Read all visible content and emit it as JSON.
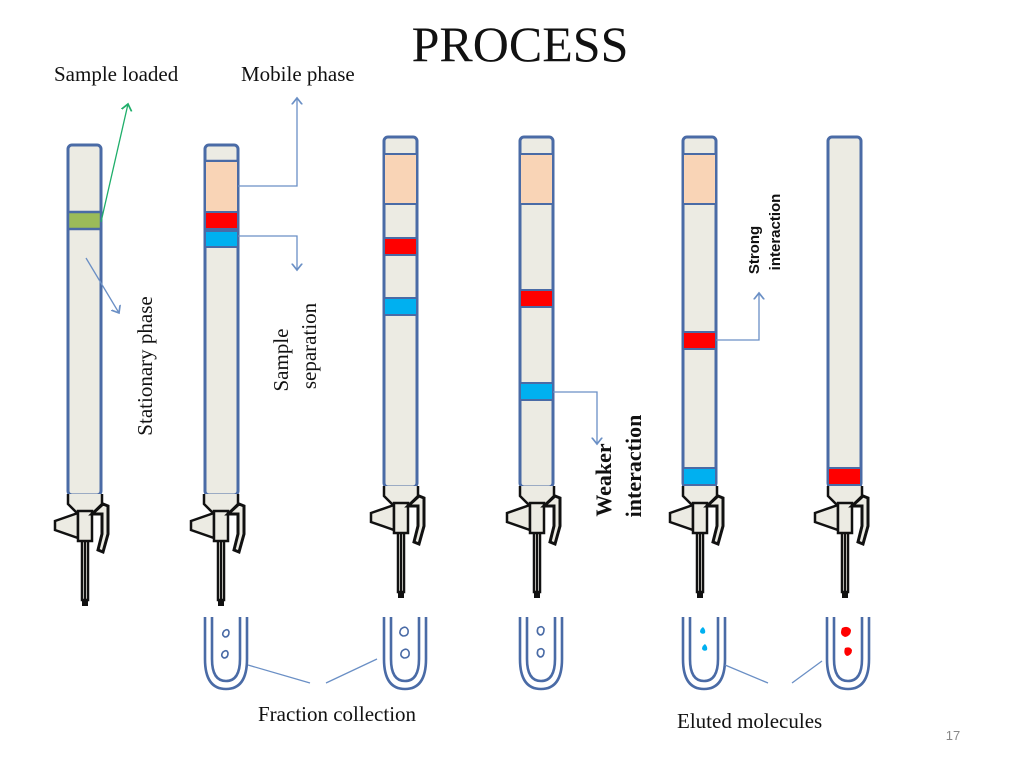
{
  "slide": {
    "title": "PROCESS",
    "page_number": "17"
  },
  "labels": {
    "sample_loaded": "Sample loaded",
    "mobile_phase": "Mobile phase",
    "stationary_phase": "Stationary phase",
    "sample_separation_line1": "Sample",
    "sample_separation_line2": "separation",
    "weaker_interaction_line1": "Weaker",
    "weaker_interaction_line2": "interaction",
    "strong_interaction_line1": "Strong",
    "strong_interaction_line2": "interaction",
    "fraction_collection": "Fraction collection",
    "eluted_molecules": "Eluted molecules"
  },
  "colors": {
    "column_fill": "#ecebe3",
    "column_stroke": "#4a6ba6",
    "mobile_phase": "#f9d4b6",
    "sample_band": "#9bbb59",
    "red_band": "#ff0000",
    "blue_band": "#00b0f0",
    "stopcock": "#111111",
    "arrow_green": "#1fae6a",
    "arrow_blue": "#6a8fc5"
  }
}
